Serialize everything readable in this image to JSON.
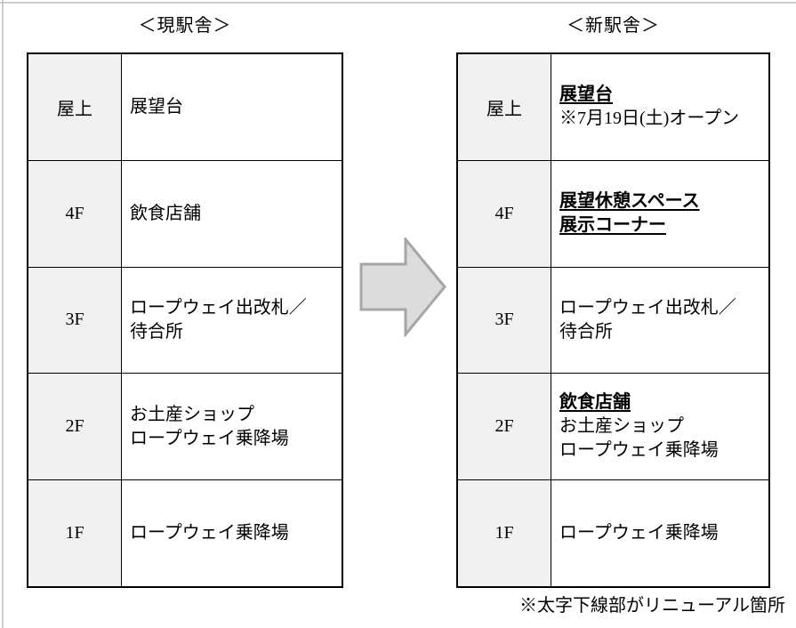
{
  "tables": [
    {
      "title": "＜現駅舎＞",
      "rows": [
        {
          "floor": "屋上",
          "lines": [
            {
              "text": "展望台",
              "emphasis": false
            }
          ]
        },
        {
          "floor": "4F",
          "lines": [
            {
              "text": "飲食店舗",
              "emphasis": false
            }
          ]
        },
        {
          "floor": "3F",
          "lines": [
            {
              "text": "ロープウェイ出改札／",
              "emphasis": false
            },
            {
              "text": "待合所",
              "emphasis": false
            }
          ]
        },
        {
          "floor": "2F",
          "lines": [
            {
              "text": "お土産ショップ",
              "emphasis": false
            },
            {
              "text": "ロープウェイ乗降場",
              "emphasis": false
            }
          ]
        },
        {
          "floor": "1F",
          "lines": [
            {
              "text": "ロープウェイ乗降場",
              "emphasis": false
            }
          ]
        }
      ]
    },
    {
      "title": "＜新駅舎＞",
      "rows": [
        {
          "floor": "屋上",
          "lines": [
            {
              "text": "展望台",
              "emphasis": true
            },
            {
              "text": "※7月19日(土)オープン",
              "emphasis": false
            }
          ]
        },
        {
          "floor": "4F",
          "lines": [
            {
              "text": "展望休憩スペース",
              "emphasis": true
            },
            {
              "text": "展示コーナー",
              "emphasis": true
            }
          ]
        },
        {
          "floor": "3F",
          "lines": [
            {
              "text": "ロープウェイ出改札／",
              "emphasis": false
            },
            {
              "text": "待合所",
              "emphasis": false
            }
          ]
        },
        {
          "floor": "2F",
          "lines": [
            {
              "text": "飲食店舗",
              "emphasis": true
            },
            {
              "text": "お土産ショップ",
              "emphasis": false
            },
            {
              "text": "ロープウェイ乗降場",
              "emphasis": false
            }
          ]
        },
        {
          "floor": "1F",
          "lines": [
            {
              "text": "ロープウェイ乗降場",
              "emphasis": false
            }
          ]
        }
      ]
    }
  ],
  "footnote": "※太字下線部がリニューアル箇所",
  "arrow": {
    "fill": "#dcdcdc",
    "stroke": "#a6a6a6"
  },
  "colors": {
    "floor_column_bg": "#f1f1f1",
    "table_border": "#000000",
    "page_frame": "#cccccc"
  }
}
